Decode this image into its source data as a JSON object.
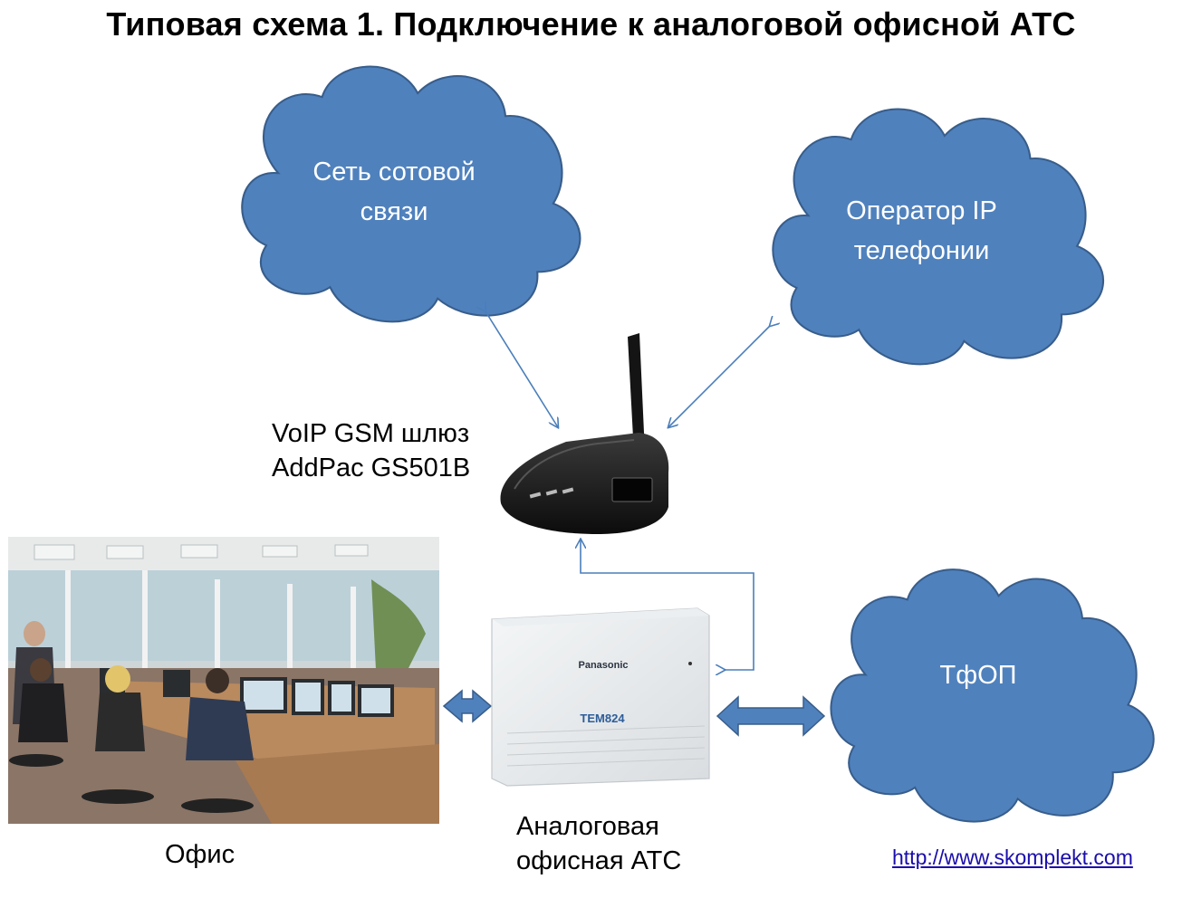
{
  "title": "Типовая схема 1. Подключение к аналоговой офисной АТС",
  "nodes": {
    "cellular": {
      "line1": "Сеть сотовой",
      "line2": "связи"
    },
    "ip_operator": {
      "line1": "Оператор IP",
      "line2": "телефонии"
    },
    "pstn": {
      "label": "ТфОП"
    },
    "gateway": {
      "line1": "VoIP GSM шлюз",
      "line2": "AddPac GS501B"
    },
    "office": {
      "label": "Офис"
    },
    "pbx": {
      "line1": "Аналоговая",
      "line2": "офисная АТС"
    }
  },
  "device_marks": {
    "pbx_brand": "Panasonic",
    "pbx_model": "TEM824"
  },
  "footer": {
    "url": "http://www.skomplekt.com"
  },
  "colors": {
    "cloud_fill": "#4f81bd",
    "cloud_stroke": "#385d8a",
    "arrow": "#4a7ebb"
  }
}
